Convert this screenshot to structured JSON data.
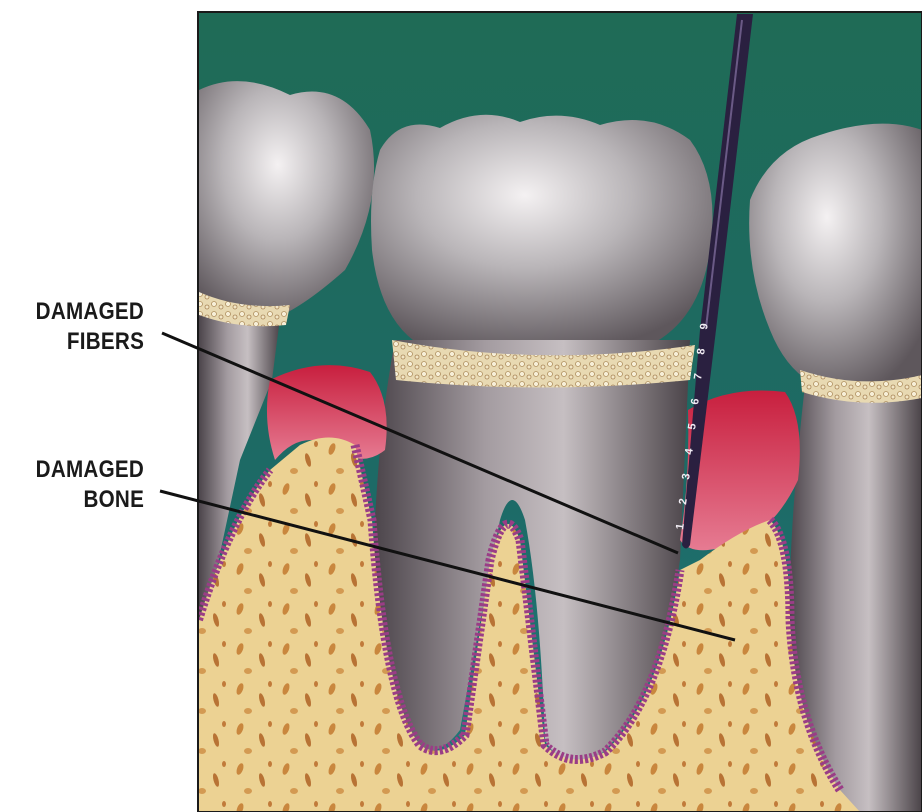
{
  "labels": {
    "fibers": {
      "line1": "DAMAGED",
      "line2": "FIBERS"
    },
    "bone": {
      "line1": "DAMAGED",
      "line2": "BONE"
    }
  },
  "probe_marks": [
    "9",
    "8",
    "7",
    "6",
    "5",
    "4",
    "3",
    "2",
    "1"
  ],
  "colors": {
    "background": "#ffffff",
    "backdrop": "#1f6b56",
    "tooth_enamel": "#b9b5b8",
    "tooth_root": "#9d9498",
    "gum_inflamed": "#d23a58",
    "bone": "#ecd293",
    "membrane": "#9a3d86",
    "probe": "#2a2040"
  }
}
